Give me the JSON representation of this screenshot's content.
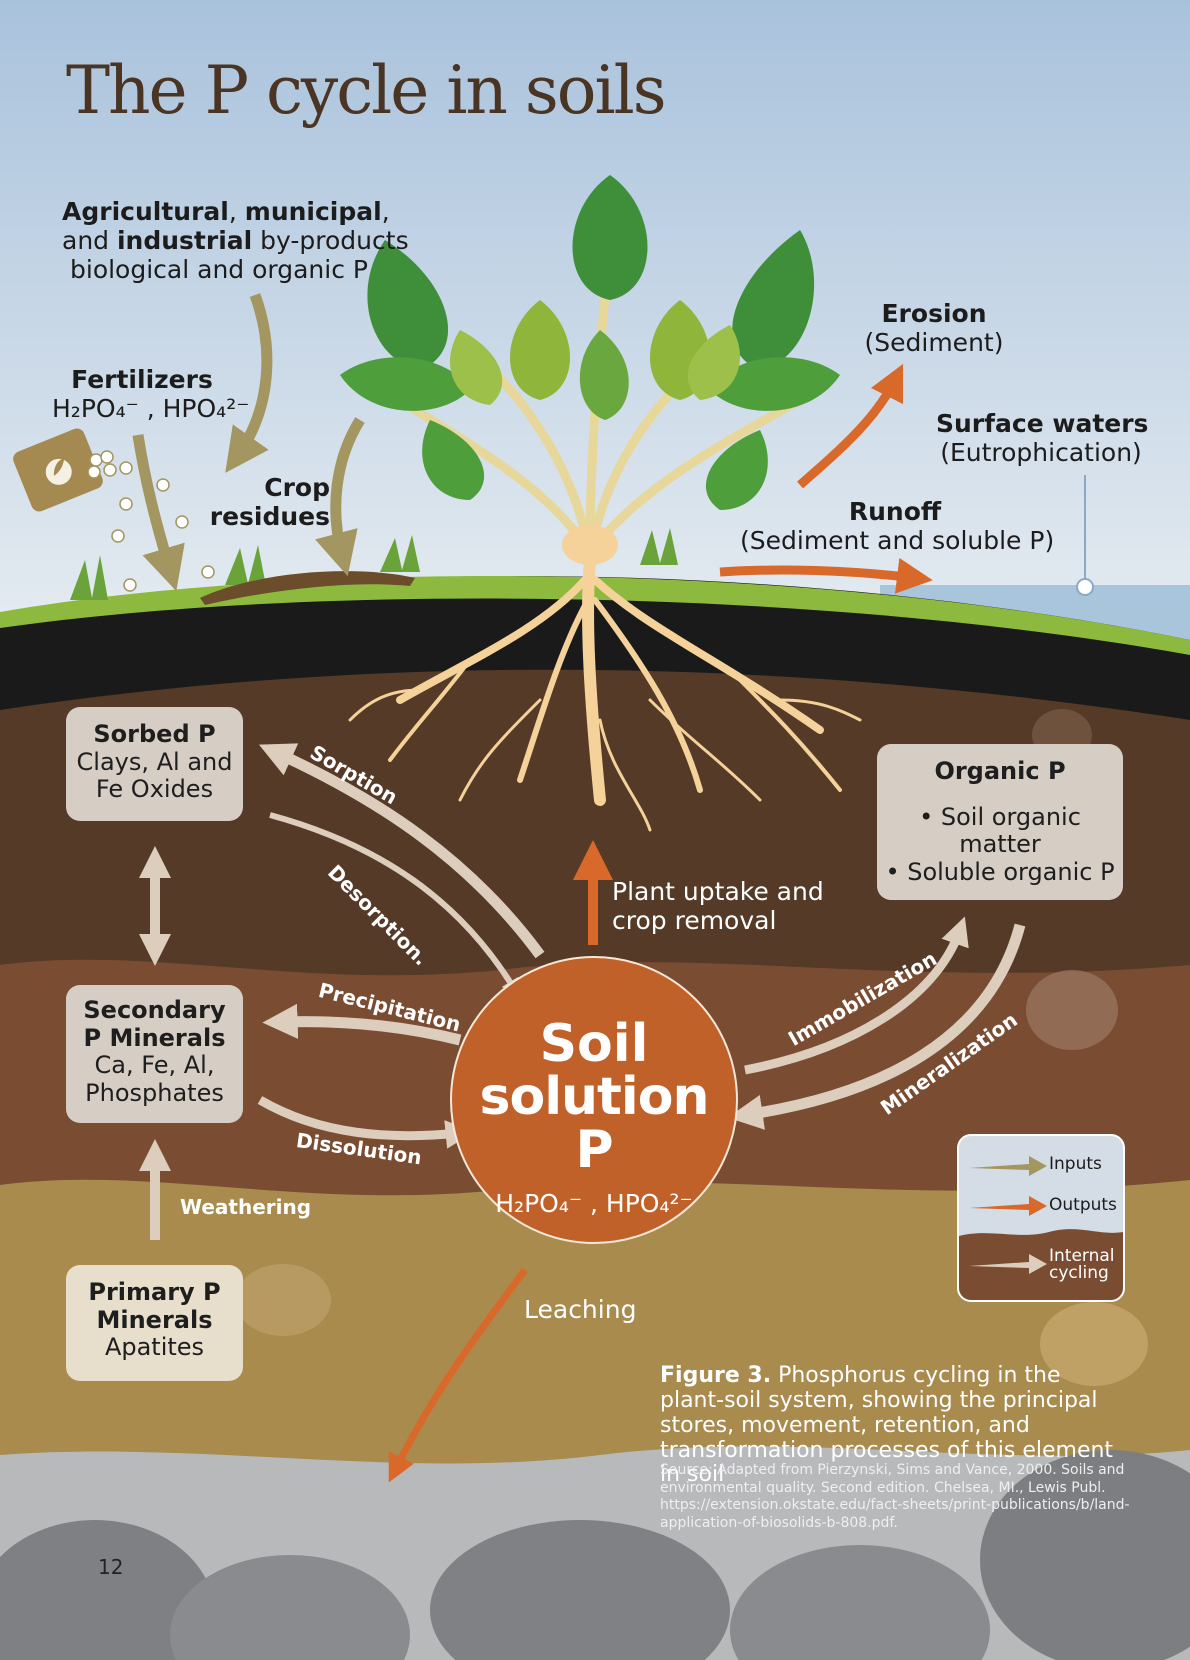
{
  "title": "The P cycle in soils",
  "inputs": {
    "byproducts": {
      "line1_a": "Agricultural",
      "line1_b": ", ",
      "line1_c": "municipal",
      "line1_d": ",",
      "line2_a": "and ",
      "line2_b": "industrial",
      "line2_c": " by-products",
      "line3": "biological and organic P"
    },
    "fertilizers": {
      "name": "Fertilizers",
      "formula": "H₂PO₄⁻ , HPO₄²⁻"
    },
    "crop_residues": {
      "line1": "Crop",
      "line2": "residues"
    }
  },
  "outputs": {
    "erosion": {
      "name": "Erosion",
      "detail": "(Sediment)"
    },
    "surface_waters": {
      "name": "Surface waters",
      "detail": "(Eutrophication)"
    },
    "runoff": {
      "name": "Runoff",
      "detail": "(Sediment and soluble P)"
    },
    "plant_uptake": {
      "line1": "Plant uptake and",
      "line2": "crop removal"
    },
    "leaching": "Leaching"
  },
  "pools": {
    "sorbed": {
      "name": "Sorbed P",
      "line1": "Clays, Al and",
      "line2": "Fe Oxides"
    },
    "secondary": {
      "name1": "Secondary",
      "name2": "P Minerals",
      "line1": "Ca, Fe, Al,",
      "line2": "Phosphates"
    },
    "primary": {
      "name1": "Primary P",
      "name2": "Minerals",
      "line1": "Apatites"
    },
    "organic": {
      "name": "Organic P",
      "item1": "• Soil organic matter",
      "item2": "• Soluble organic P"
    },
    "solution": {
      "line1": "Soil",
      "line2": "solution P",
      "formula": "H₂PO₄⁻ , HPO₄²⁻"
    }
  },
  "processes": {
    "sorption": "Sorption",
    "desorption": "Desorption.",
    "precipitation": "Precipitation",
    "dissolution": "Dissolution",
    "weathering": "Weathering",
    "immobilization": "Immobilization",
    "mineralization": "Mineralization"
  },
  "legend": {
    "inputs": "Inputs",
    "outputs": "Outputs",
    "internal1": "Internal",
    "internal2": "cycling"
  },
  "colors": {
    "input_arrow": "#a39660",
    "output_arrow": "#d9692b",
    "internal_arrow": "#dccdbd",
    "solution_circle": "#c0612a"
  },
  "caption": {
    "figure": "Figure 3.",
    "text": " Phosphorus cycling in the plant-soil system, showing the principal stores, movement, retention, and transformation processes of this element in soil",
    "source": "Source: Adapted from Pierzynski, Sims and Vance, 2000. Soils and environmental quality. Second edition. Chelsea, MI., Lewis Publ. https://extension.okstate.edu/fact-sheets/print-publications/b/land-application-of-biosolids-b-808.pdf."
  },
  "page_number": "12"
}
